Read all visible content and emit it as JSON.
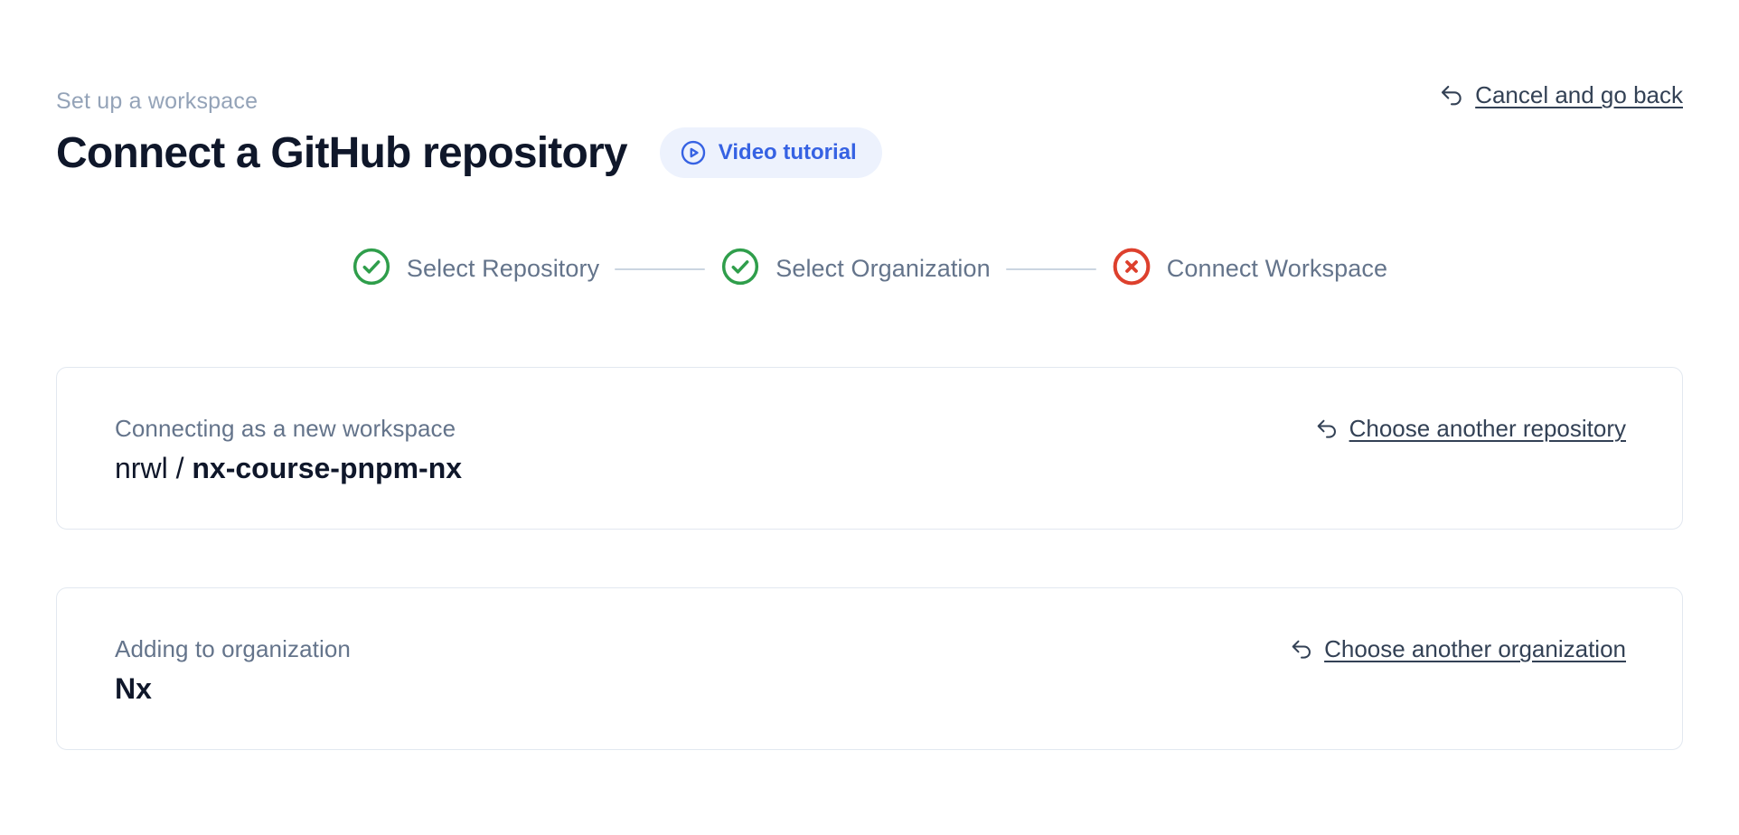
{
  "page": {
    "eyebrow": "Set up a workspace",
    "title": "Connect a GitHub repository",
    "video_tutorial_label": "Video tutorial",
    "cancel_label": "Cancel and go back"
  },
  "stepper": {
    "steps": [
      {
        "label": "Select Repository",
        "status": "complete",
        "icon": "check-circle-icon"
      },
      {
        "label": "Select Organization",
        "status": "complete",
        "icon": "check-circle-icon"
      },
      {
        "label": "Connect Workspace",
        "status": "error",
        "icon": "x-circle-icon"
      }
    ]
  },
  "cards": [
    {
      "label": "Connecting as a new workspace",
      "value_prefix": "nrwl / ",
      "value": "nx-course-pnpm-nx",
      "action_label": "Choose another repository"
    },
    {
      "label": "Adding to organization",
      "value_prefix": "",
      "value": "Nx",
      "action_label": "Choose another organization"
    }
  ],
  "colors": {
    "accent_blue": "#3662e3",
    "pill_background": "#edf2fd",
    "success_green": "#2f9e4b",
    "error_red": "#dd402d",
    "link_text": "#334155",
    "muted_text": "#64748b",
    "eyebrow_text": "#94a3b8",
    "heading_text": "#0f172a",
    "card_border": "#e2e8f0"
  }
}
